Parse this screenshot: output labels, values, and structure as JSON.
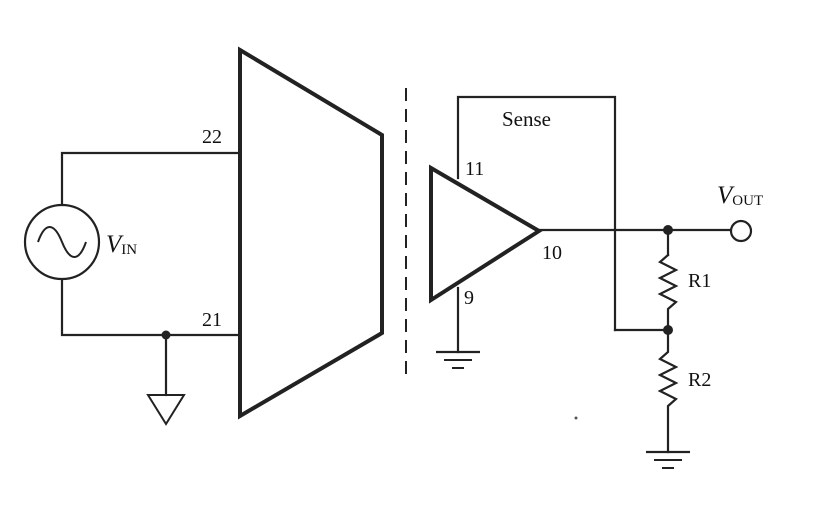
{
  "labels": {
    "pin_22": "22",
    "pin_21": "21",
    "pin_11": "11",
    "pin_10": "10",
    "pin_9": "9",
    "sense": "Sense",
    "r1": "R1",
    "r2": "R2",
    "vin_main": "V",
    "vin_sub": "IN",
    "vout_main": "V",
    "vout_sub": "OUT"
  }
}
